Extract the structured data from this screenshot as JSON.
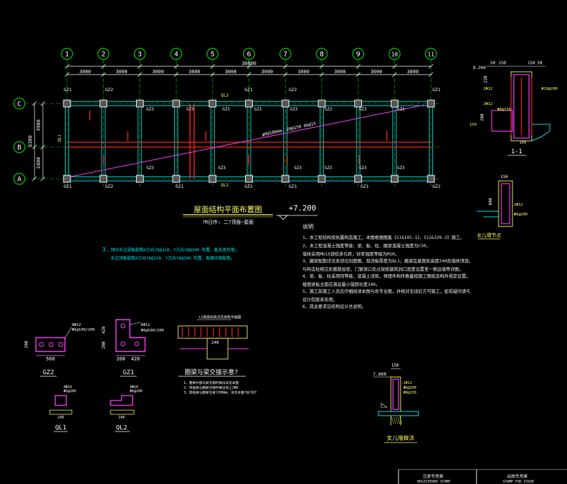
{
  "colors": {
    "background": "#000000",
    "axis_green": "#00cc00",
    "dimension_white": "#ffffff",
    "wall_cyan": "#00e5e5",
    "beam_red": "#ff2020",
    "rebar_magenta": "#ff40ff",
    "column_yellow": "#ffff00",
    "label_yellow": "#ffff66",
    "note_white": "#f0f0f0"
  },
  "plan": {
    "axes_numbered": [
      "1",
      "2",
      "3",
      "4",
      "5",
      "6",
      "7",
      "8",
      "9",
      "10",
      "11"
    ],
    "axes_lettered": [
      "C",
      "B",
      "A"
    ],
    "bay_dims": [
      "3000",
      "3000",
      "3000",
      "3000",
      "3000",
      "3000",
      "3000",
      "3000",
      "3000",
      "3000"
    ],
    "total_width": "30000",
    "side_dims": [
      "6300",
      "3900",
      "2400"
    ],
    "column_tags": [
      "GZ1",
      "GZ2",
      "GZ2",
      "GZ1",
      "GZ1",
      "GZ2",
      "GZ1",
      "GZ1",
      "GZ1",
      "GZ2",
      "GZ1",
      "GZ2"
    ],
    "slab_tags": [
      "GZ3",
      "GZ3",
      "GZ3",
      "GZ3",
      "GZ3",
      "GZ3",
      "GZ3",
      "GZ3",
      "GZ3",
      "GZ3",
      "GZ3",
      "GZ3",
      "GZ3",
      "GZ3"
    ],
    "beam_tags": [
      "QL2",
      "QL1",
      "QL2"
    ],
    "diagonal_note": "φ8@100mm. 28@150 A6@15",
    "title": "屋面结构平面布置图",
    "subtitle": "?R日作: 二?顶面~屋面",
    "elevation": "+7.200"
  },
  "side_note": {
    "number": "3.",
    "lines": [
      "顶中未注梁板配筋X方向?8@150，Y方向?8@200 布置，板支座负筋;",
      "未注顶板配筋X方向?8@150，Y方向?8@200 布置，板面中部配筋。"
    ]
  },
  "notes": {
    "header": "说明",
    "items": [
      "1、本工程结构按抗震构造施工，本图根据图集《11G101-1》、《11G329-2》施工。",
      "2、本工程混凝土强度等级：梁、板、柱、圈梁混凝土强度为C30，",
      "   墙体采用MU15烧结多孔砖，砂浆强度等级为M10。",
      "3、圈梁配筋详见各部位剖面图，现浇板厚度为QL1；圈梁在屋面处高度240及墙体顶部。",
      "   与构造柱相交处箍筋加密，门窗洞口处过梁按建筑洞口宽度设置至一侧边墙等详图。",
      "4、梁、板、柱采用同等级，混凝土浇筑，预埋件构件数量按施工图纸及构件规定设置。",
      "   楼面梁板主筋应满足最小锚固长度240。",
      "5、施工前施工人员应仔细阅读本图与各专业图，并核对无误后方可施工，如有疑问请与",
      "   设计院联系处理。",
      "6、其余要求见结构设计总说明。"
    ]
  },
  "section_1_1": {
    "title": "1-1",
    "dims": [
      "50",
      "150",
      "150",
      "50"
    ],
    "labels": [
      "8.200",
      "220",
      "2Φ12",
      "2Φ12",
      "Φ10@200",
      "Φ8@150",
      "280",
      "150",
      "100"
    ]
  },
  "parapet_detail": {
    "title": "女儿墙节点",
    "labels": [
      "150",
      "600",
      "2Φ12",
      "Φ6@200"
    ]
  },
  "columns": {
    "gz2": {
      "label": "GZ2",
      "w1": "200",
      "w2": "560",
      "spec1": "8Φ12",
      "spec2": "Φ6@100/200"
    },
    "gz1": {
      "label": "GZ1",
      "w1": "200",
      "w2": "420",
      "h": "420",
      "h2": "200",
      "spec1": "8Φ12",
      "spec2": "Φ6@100/200"
    }
  },
  "ring_beams": {
    "ql1": {
      "label": "QL1",
      "spec1": "4Φ10",
      "spec2": "Φ6@200",
      "dim": "240"
    },
    "ql2": {
      "label": "QL2",
      "spec1": "4Φ10",
      "spec2": "Φ6@200",
      "dim": "240"
    }
  },
  "intersection": {
    "title": "圈梁与梁交接示意?",
    "top_label": "L1梁底标高详见结构平面图",
    "dim": "240",
    "notes": [
      "1、圈梁中部与梁交接时做法详见本图",
      "2、顶层梁与圈梁交接时做法同上2Φ8",
      "3、其他梁与圈梁交接?200mm，详见本图?柱?同?"
    ]
  },
  "parapet_section": {
    "title": "女儿墙做法",
    "elev": "7.800",
    "dim": "150",
    "labels": [
      "2Φ12",
      "Φ6@200",
      "Φ8@150"
    ]
  },
  "title_block": {
    "left_cn": "注册专用章",
    "left_en": "REGISTERED STAMP",
    "right_cn": "出图专用章",
    "right_en": "STAMP FOR ISSUE"
  }
}
